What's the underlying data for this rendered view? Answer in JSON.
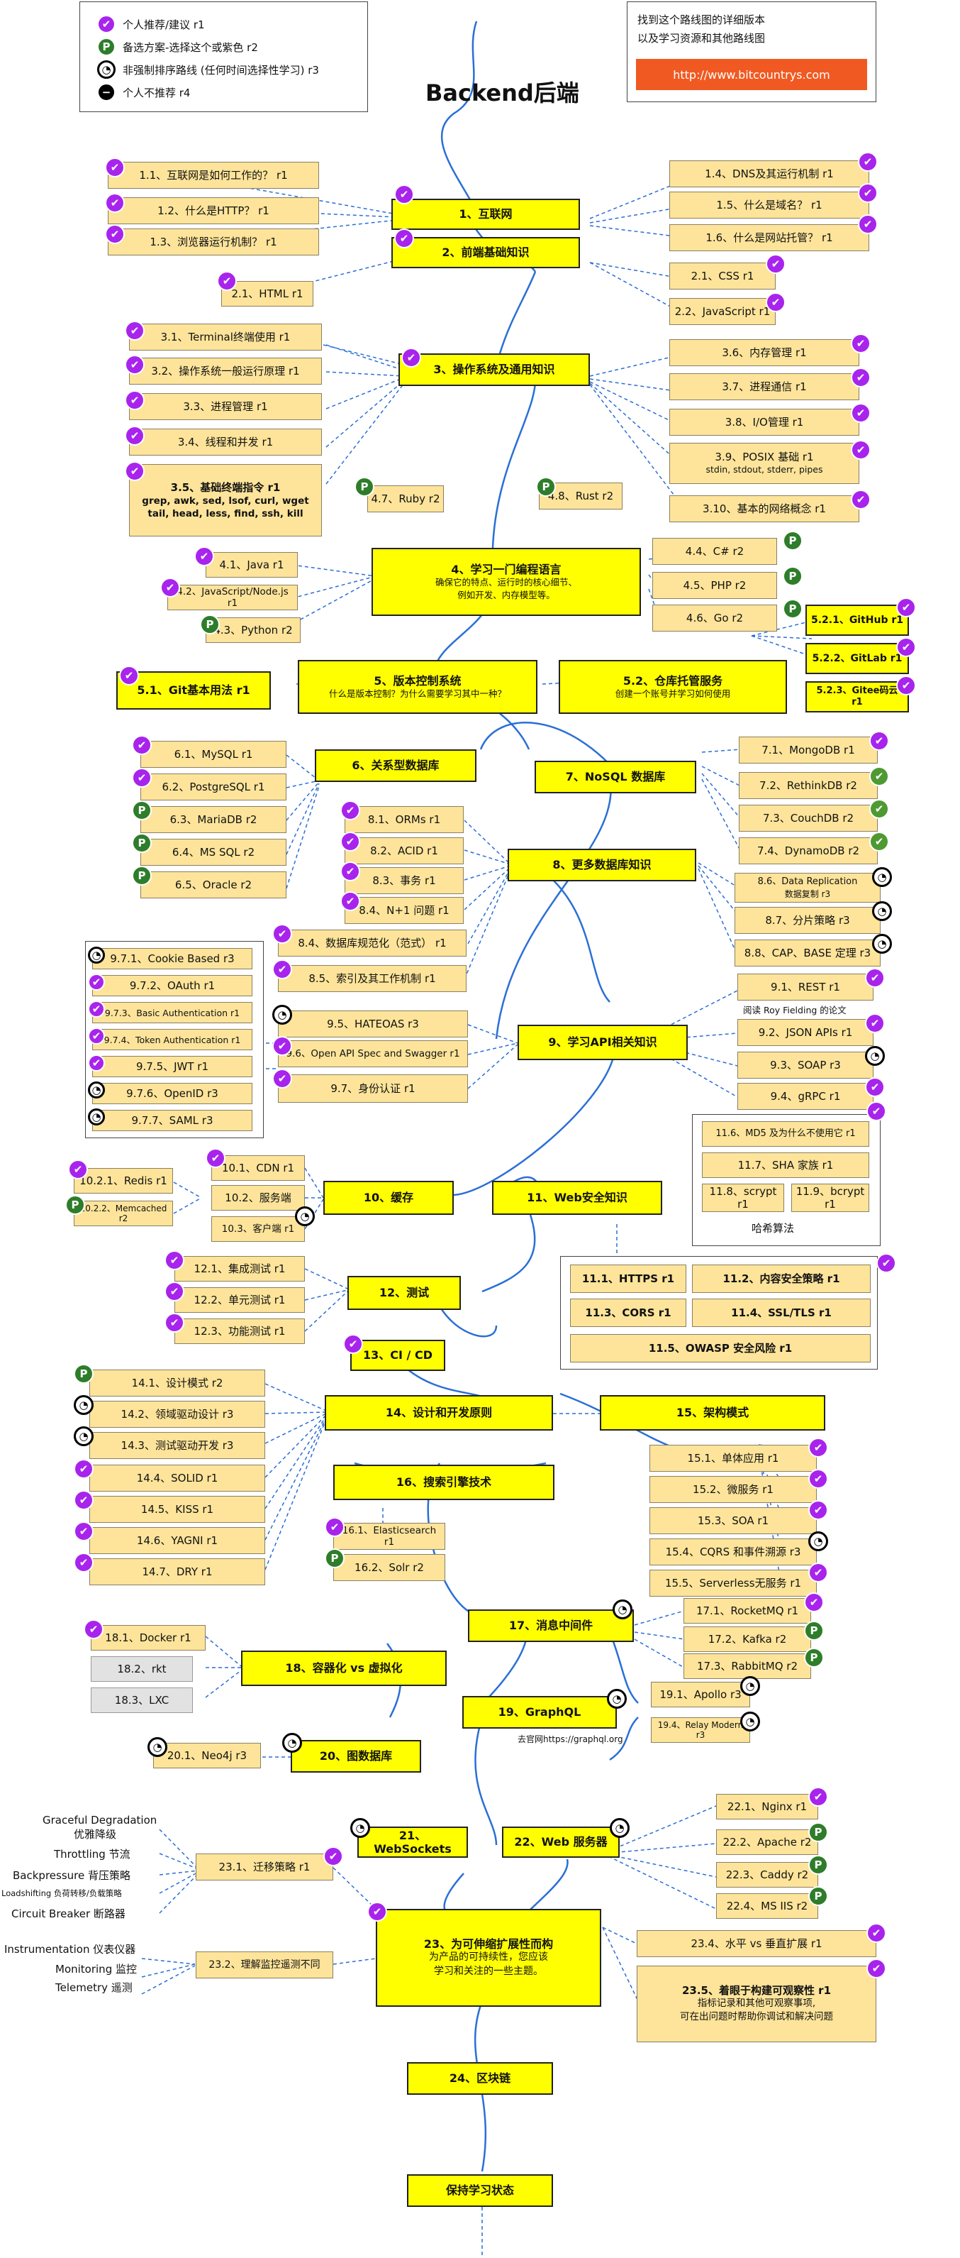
{
  "title": "Backend后端",
  "legend": {
    "r1": "个人推荐/建议 r1",
    "r2": "备选方案-选择这个或紫色 r2",
    "r3": "非强制排序路线 (任何时间选择性学习) r3",
    "r4": "个人不推荐 r4"
  },
  "info_box": {
    "line1": "找到这个路线图的详细版本",
    "line2": "以及学习资源和其他路线图",
    "link": "http://www.bitcountrys.com"
  },
  "icons": {
    "recommended": "checkmark-icon",
    "alternative": "p-letter-icon",
    "optional": "clock-icon",
    "not_recommended": "minus-icon",
    "done": "checkmark-icon"
  },
  "colors": {
    "main_node": "#ffff00",
    "sub_node": "#fde49a",
    "deprecated_node": "#e2e2e2",
    "recommended": "#a824ec",
    "alternative": "#2e7d2a",
    "optional": "#000000",
    "line": "#2a6fd6",
    "link": "#f05a22"
  },
  "nodes": {
    "n1": "1、互联网",
    "n1_1": "1.1、互联网是如何工作的？ r1",
    "n1_2": "1.2、什么是HTTP？ r1",
    "n1_3": "1.3、浏览器运行机制？ r1",
    "n1_4": "1.4、DNS及其运行机制 r1",
    "n1_5": "1.5、什么是域名？ r1",
    "n1_6": "1.6、什么是网站托管？ r1",
    "n2": "2、前端基础知识",
    "n2_1": "2.1、CSS r1",
    "n2_2": "2.2、JavaScript r1",
    "n2_1h": "2.1、HTML r1",
    "n3": "3、操作系统及通用知识",
    "n3_1": "3.1、Terminal终端使用 r1",
    "n3_2": "3.2、操作系统一般运行原理 r1",
    "n3_3": "3.3、进程管理 r1",
    "n3_4": "3.4、线程和并发 r1",
    "n3_5": "3.5、基础终端指令 r1",
    "n3_5_l1": "grep, awk, sed, lsof, curl, wget",
    "n3_5_l2": "tail, head, less, find, ssh, kill",
    "n3_6": "3.6、内存管理 r1",
    "n3_7": "3.7、进程通信 r1",
    "n3_8": "3.8、I/O管理 r1",
    "n3_9": "3.9、POSIX 基础 r1",
    "n3_9_sub": "stdin, stdout, stderr, pipes",
    "n3_10": "3.10、基本的网络概念 r1",
    "n4": "4、学习一门编程语言",
    "n4_l1": "确保它的特点、运行时的核心细节、",
    "n4_l2": "例如开发、内存模型等。",
    "n4_1": "4.1、Java r1",
    "n4_2": "4.2、JavaScript/Node.js r1",
    "n4_3": "4.3、Python r2",
    "n4_4": "4.4、C# r2",
    "n4_5": "4.5、PHP r2",
    "n4_6": "4.6、Go r2",
    "n4_7": "4.7、Ruby r2",
    "n4_8": "4.8、Rust r2",
    "n5": "5、版本控制系统",
    "n5_sub": "什么是版本控制？为什么需要学习其中一种？",
    "n5_1": "5.1、Git基本用法 r1",
    "n5_2": "5.2、仓库托管服务",
    "n5_2_sub": "创建一个账号并学习如何使用",
    "n5_2_1": "5.2.1、GitHub r1",
    "n5_2_2": "5.2.2、GitLab r1",
    "n5_2_3": "5.2.3、Gitee码云 r1",
    "n6": "6、关系型数据库",
    "n6_1": "6.1、MySQL r1",
    "n6_2": "6.2、PostgreSQL r1",
    "n6_3": "6.3、MariaDB r2",
    "n6_4": "6.4、MS SQL r2",
    "n6_5": "6.5、Oracle r2",
    "n7": "7、NoSQL 数据库",
    "n7_1": "7.1、MongoDB r1",
    "n7_2": "7.2、RethinkDB r2",
    "n7_3": "7.3、CouchDB r2",
    "n7_4": "7.4、DynamoDB r2",
    "n8": "8、更多数据库知识",
    "n8_1": "8.1、ORMs r1",
    "n8_2": "8.2、ACID r1",
    "n8_3": "8.3、事务 r1",
    "n8_4": "8.4、N+1 问题 r1",
    "n8_4b": "8.4、数据库规范化（范式） r1",
    "n8_5": "8.5、索引及其工作机制 r1",
    "n8_6": "8.6、Data Replication",
    "n8_6_sub": "数据复制 r3",
    "n8_7": "8.7、分片策略 r3",
    "n8_8": "8.8、CAP、BASE 定理 r3",
    "n9": "9、学习API相关知识",
    "n9_1": "9.1、REST r1",
    "n9_1_note": "阅读 Roy Fielding 的论文",
    "n9_2": "9.2、JSON APIs r1",
    "n9_3": "9.3、SOAP r3",
    "n9_4": "9.4、gRPC r1",
    "n9_5": "9.5、HATEOAS r3",
    "n9_6": "9.6、Open API Spec and Swagger r1",
    "n9_7": "9.7、身份认证 r1",
    "n9_7_1": "9.7.1、Cookie Based r3",
    "n9_7_2": "9.7.2、OAuth r1",
    "n9_7_3": "9.7.3、Basic Authentication r1",
    "n9_7_4": "9.7.4、Token Authentication r1",
    "n9_7_5": "9.7.5、JWT r1",
    "n9_7_6": "9.7.6、OpenID r3",
    "n9_7_7": "9.7.7、SAML r3",
    "n10": "10、缓存",
    "n10_1": "10.1、CDN r1",
    "n10_2": "10.2、服务端",
    "n10_3": "10.3、客户端 r1",
    "n10_2_1": "10.2.1、Redis r1",
    "n10_2_2": "10.2.2、Memcached r2",
    "n11": "11、Web安全知识",
    "n11_1": "11.1、HTTPS r1",
    "n11_2": "11.2、内容安全策略 r1",
    "n11_3": "11.3、CORS r1",
    "n11_4": "11.4、SSL/TLS r1",
    "n11_5": "11.5、OWASP 安全风险 r1",
    "n11_6": "11.6、MD5 及为什么不使用它 r1",
    "n11_7": "11.7、SHA 家族 r1",
    "n11_8": "11.8、scrypt r1",
    "n11_9": "11.9、bcrypt r1",
    "n11_hash": "哈希算法",
    "n12": "12、测试",
    "n12_1": "12.1、集成测试 r1",
    "n12_2": "12.2、单元测试 r1",
    "n12_3": "12.3、功能测试 r1",
    "n13": "13、CI / CD",
    "n14": "14、设计和开发原则",
    "n14_1": "14.1、设计模式 r2",
    "n14_2": "14.2、领域驱动设计 r3",
    "n14_3": "14.3、测试驱动开发 r3",
    "n14_4": "14.4、SOLID r1",
    "n14_5": "14.5、KISS r1",
    "n14_6": "14.6、YAGNI r1",
    "n14_7": "14.7、DRY r1",
    "n15": "15、架构模式",
    "n15_1": "15.1、单体应用 r1",
    "n15_2": "15.2、微服务 r1",
    "n15_3": "15.3、SOA r1",
    "n15_4": "15.4、CQRS 和事件溯源 r3",
    "n15_5": "15.5、Serverless无服务 r1",
    "n16": "16、搜索引擎技术",
    "n16_1": "16.1、Elasticsearch r1",
    "n16_2": "16.2、Solr r2",
    "n17": "17、消息中间件",
    "n17_1": "17.1、RocketMQ r1",
    "n17_2": "17.2、Kafka r2",
    "n17_3": "17.3、RabbitMQ r2",
    "n18": "18、容器化 vs 虚拟化",
    "n18_1": "18.1、Docker r1",
    "n18_2": "18.2、rkt",
    "n18_3": "18.3、LXC",
    "n19": "19、GraphQL",
    "n19_1": "19.1、Apollo r3",
    "n19_2": "19.4、Relay Modern r3",
    "n19_note": "去官网https://graphql.org",
    "n20": "20、图数据库",
    "n20_1": "20.1、Neo4j r3",
    "n21": "21、WebSockets",
    "n22": "22、Web 服务器",
    "n22_1": "22.1、Nginx r1",
    "n22_2": "22.2、Apache r2",
    "n22_3": "22.3、Caddy r2",
    "n22_4": "22.4、MS IIS r2",
    "n23": "23、为可伸缩扩展性而构",
    "n23_l1": "为产品的可持续性，您应该",
    "n23_l2": "学习和关注的一些主题。",
    "n23_1": "23.1、迁移策略 r1",
    "n23_2": "23.2、理解监控遥测不同",
    "n23_4": "23.4、水平 vs 垂直扩展 r1",
    "n23_5": "23.5、着眼于构建可观察性 r1",
    "n23_5_l1": "指标记录和其他可观察事项,",
    "n23_5_l2": "可在出问题时帮助你调试和解决问题",
    "n24": "24、区块链",
    "n25": "保持学习状态"
  },
  "side_labels": {
    "s1": "Graceful Degradation",
    "s1b": "优雅降级",
    "s2": "Throttling 节流",
    "s3": "Backpressure 背压策略",
    "s4": "Loadshifting 负荷转移/负载策略",
    "s5": "Circuit Breaker 断路器",
    "m1": "Instrumentation 仪表仪器",
    "m2": "Monitoring 监控",
    "m3": "Telemetry 遥测"
  }
}
